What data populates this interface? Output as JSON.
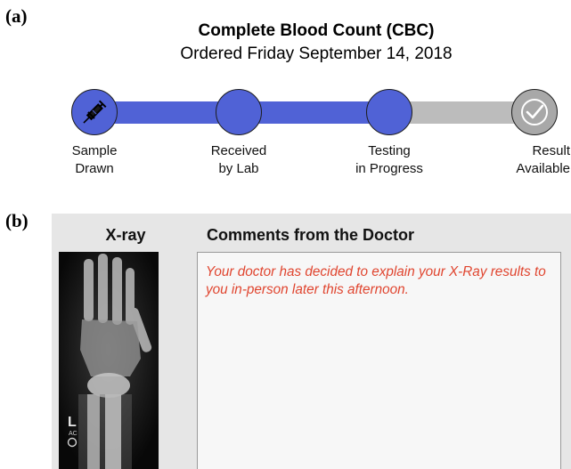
{
  "panel_labels": {
    "a": "(a)",
    "b": "(b)"
  },
  "order": {
    "title": "Complete Blood Count (CBC)",
    "date": "Ordered Friday September 14, 2018"
  },
  "progress": {
    "completed_steps": 3,
    "total_steps": 4,
    "colors": {
      "done": "#5062d6",
      "pending": "#a8a8a8",
      "track_pending": "#bcbcbc"
    },
    "steps": [
      {
        "label": "Sample\nDrawn",
        "status": "done",
        "icon": "syringe-icon"
      },
      {
        "label": "Received\nby Lab",
        "status": "done"
      },
      {
        "label": "Testing\nin Progress",
        "status": "done"
      },
      {
        "label": "Result\nAvailable",
        "status": "pending",
        "icon": "checkmark-icon"
      }
    ]
  },
  "report": {
    "xray_heading": "X-ray",
    "xray_image_icon": "xray-hand-image",
    "comments_heading": "Comments from the Doctor",
    "comment_text": "Your doctor has decided to explain your X-Ray results to you in-person later this afternoon.",
    "comment_color": "#e0452f",
    "marker_letters": "L",
    "marker_small": "AC"
  }
}
